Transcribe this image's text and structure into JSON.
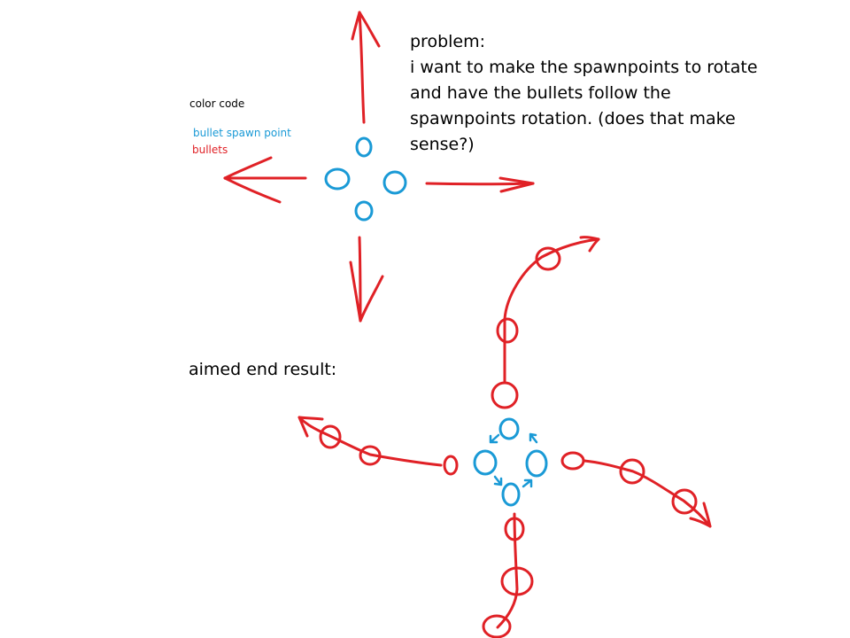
{
  "legend": {
    "title": "color code",
    "items": [
      {
        "label": "bullet spawn point",
        "color": "#1a9ad6"
      },
      {
        "label": "bullets",
        "color": "#e02126"
      }
    ]
  },
  "problem": {
    "heading": "problem:",
    "lines": [
      "i want to make the spawnpoints to rotate",
      "and have the bullets follow the",
      "spawnpoints rotation. (does that make",
      "sense?)"
    ]
  },
  "result_label": "aimed end result:",
  "colors": {
    "spawn": "#1a9ad6",
    "bullet": "#e02126",
    "text": "#000000"
  }
}
